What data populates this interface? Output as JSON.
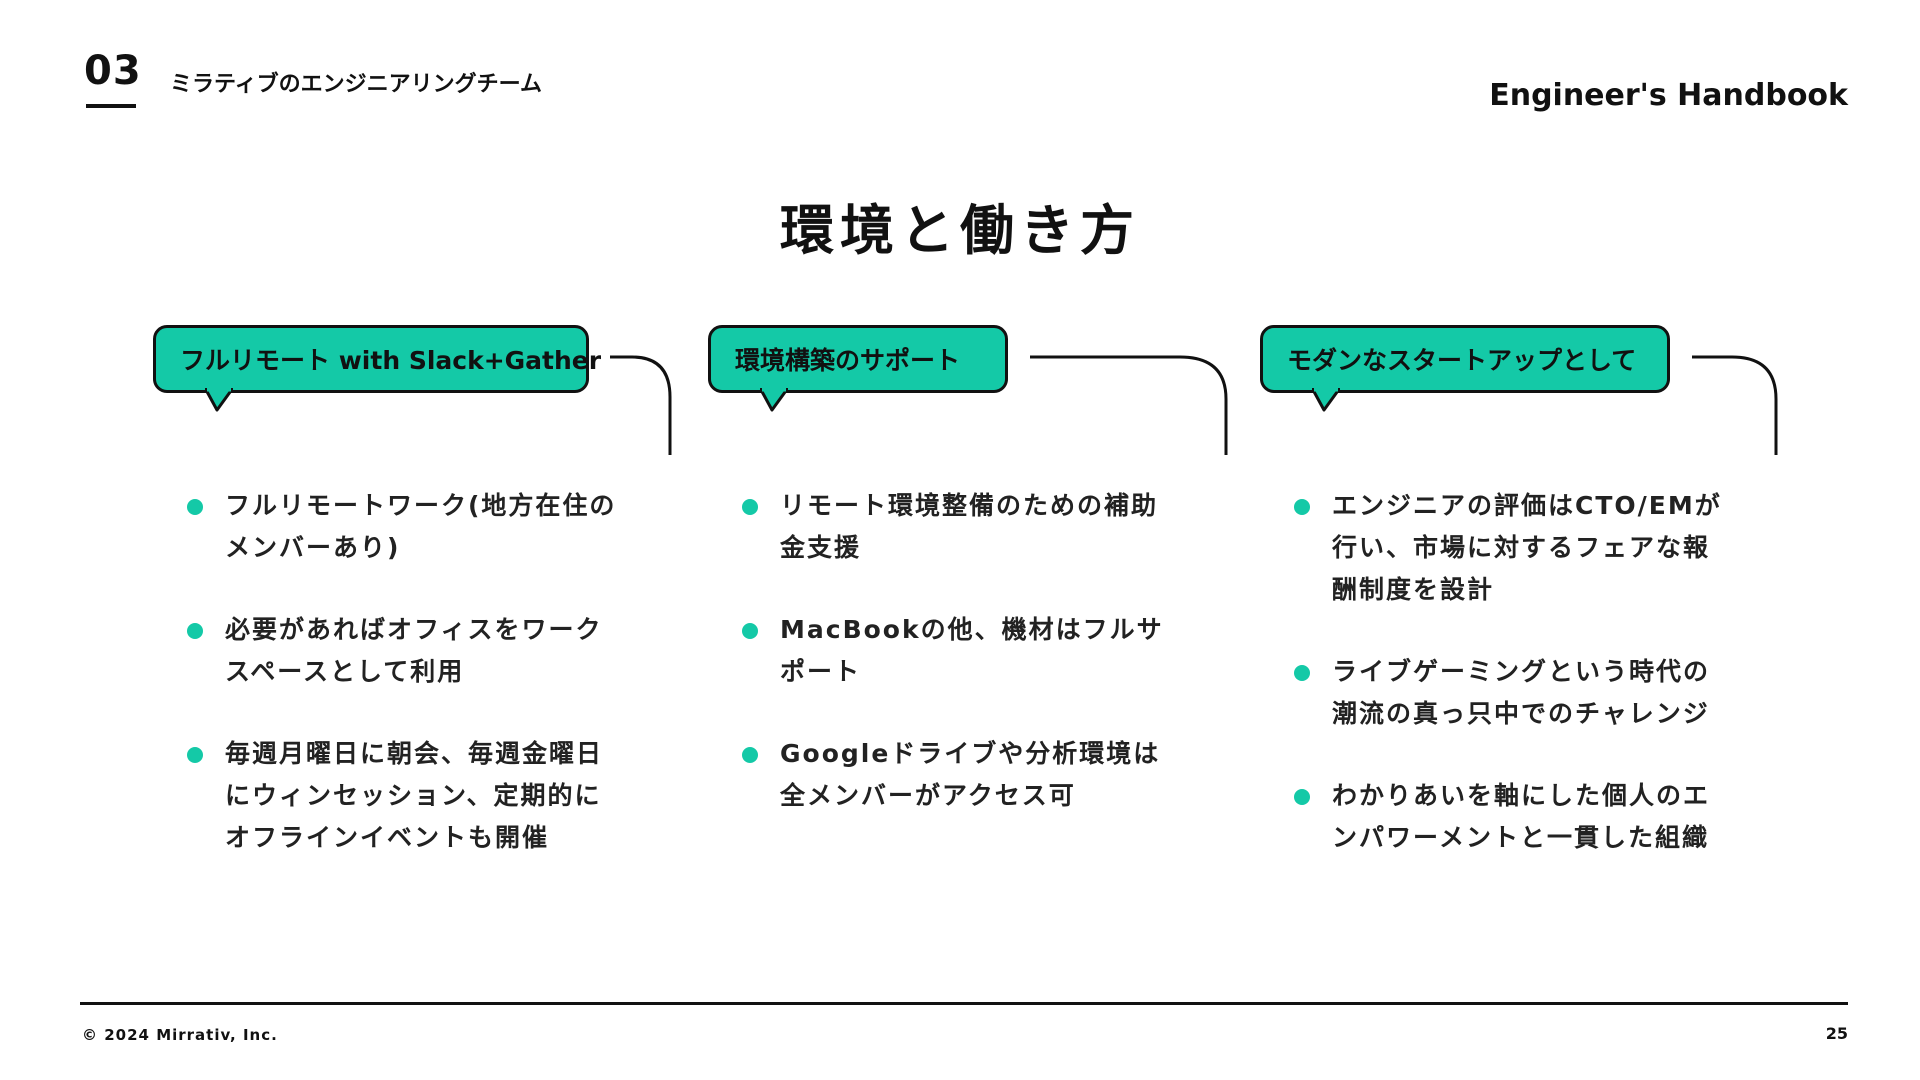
{
  "header": {
    "section_number": "03",
    "section_title": "ミラティブのエンジニアリングチーム",
    "brand": "Engineer's Handbook"
  },
  "main": {
    "title": "環境と働き方"
  },
  "columns": [
    {
      "heading": "フルリモート with Slack+Gather",
      "items": [
        "フルリモートワーク(地方在住のメンバーあり)",
        "必要があればオフィスをワークスペースとして利用",
        "毎週月曜日に朝会、毎週金曜日にウィンセッション、定期的にオフラインイベントも開催"
      ]
    },
    {
      "heading": "環境構築のサポート",
      "items": [
        "リモート環境整備のための補助金支援",
        "MacBookの他、機材はフルサポート",
        "Googleドライブや分析環境は全メンバーがアクセス可"
      ]
    },
    {
      "heading": "モダンなスタートアップとして",
      "items": [
        "エンジニアの評価はCTO/EMが行い、市場に対するフェアな報酬制度を設計",
        "ライブゲーミングという時代の潮流の真っ只中でのチャレンジ",
        "わかりあいを軸にした個人のエンパワーメントと一貫した組織"
      ]
    }
  ],
  "footer": {
    "copyright": "© 2024 Mirrativ, Inc.",
    "page_number": "25"
  },
  "colors": {
    "accent": "#14c9a7",
    "text": "#111111",
    "background": "#ffffff"
  }
}
